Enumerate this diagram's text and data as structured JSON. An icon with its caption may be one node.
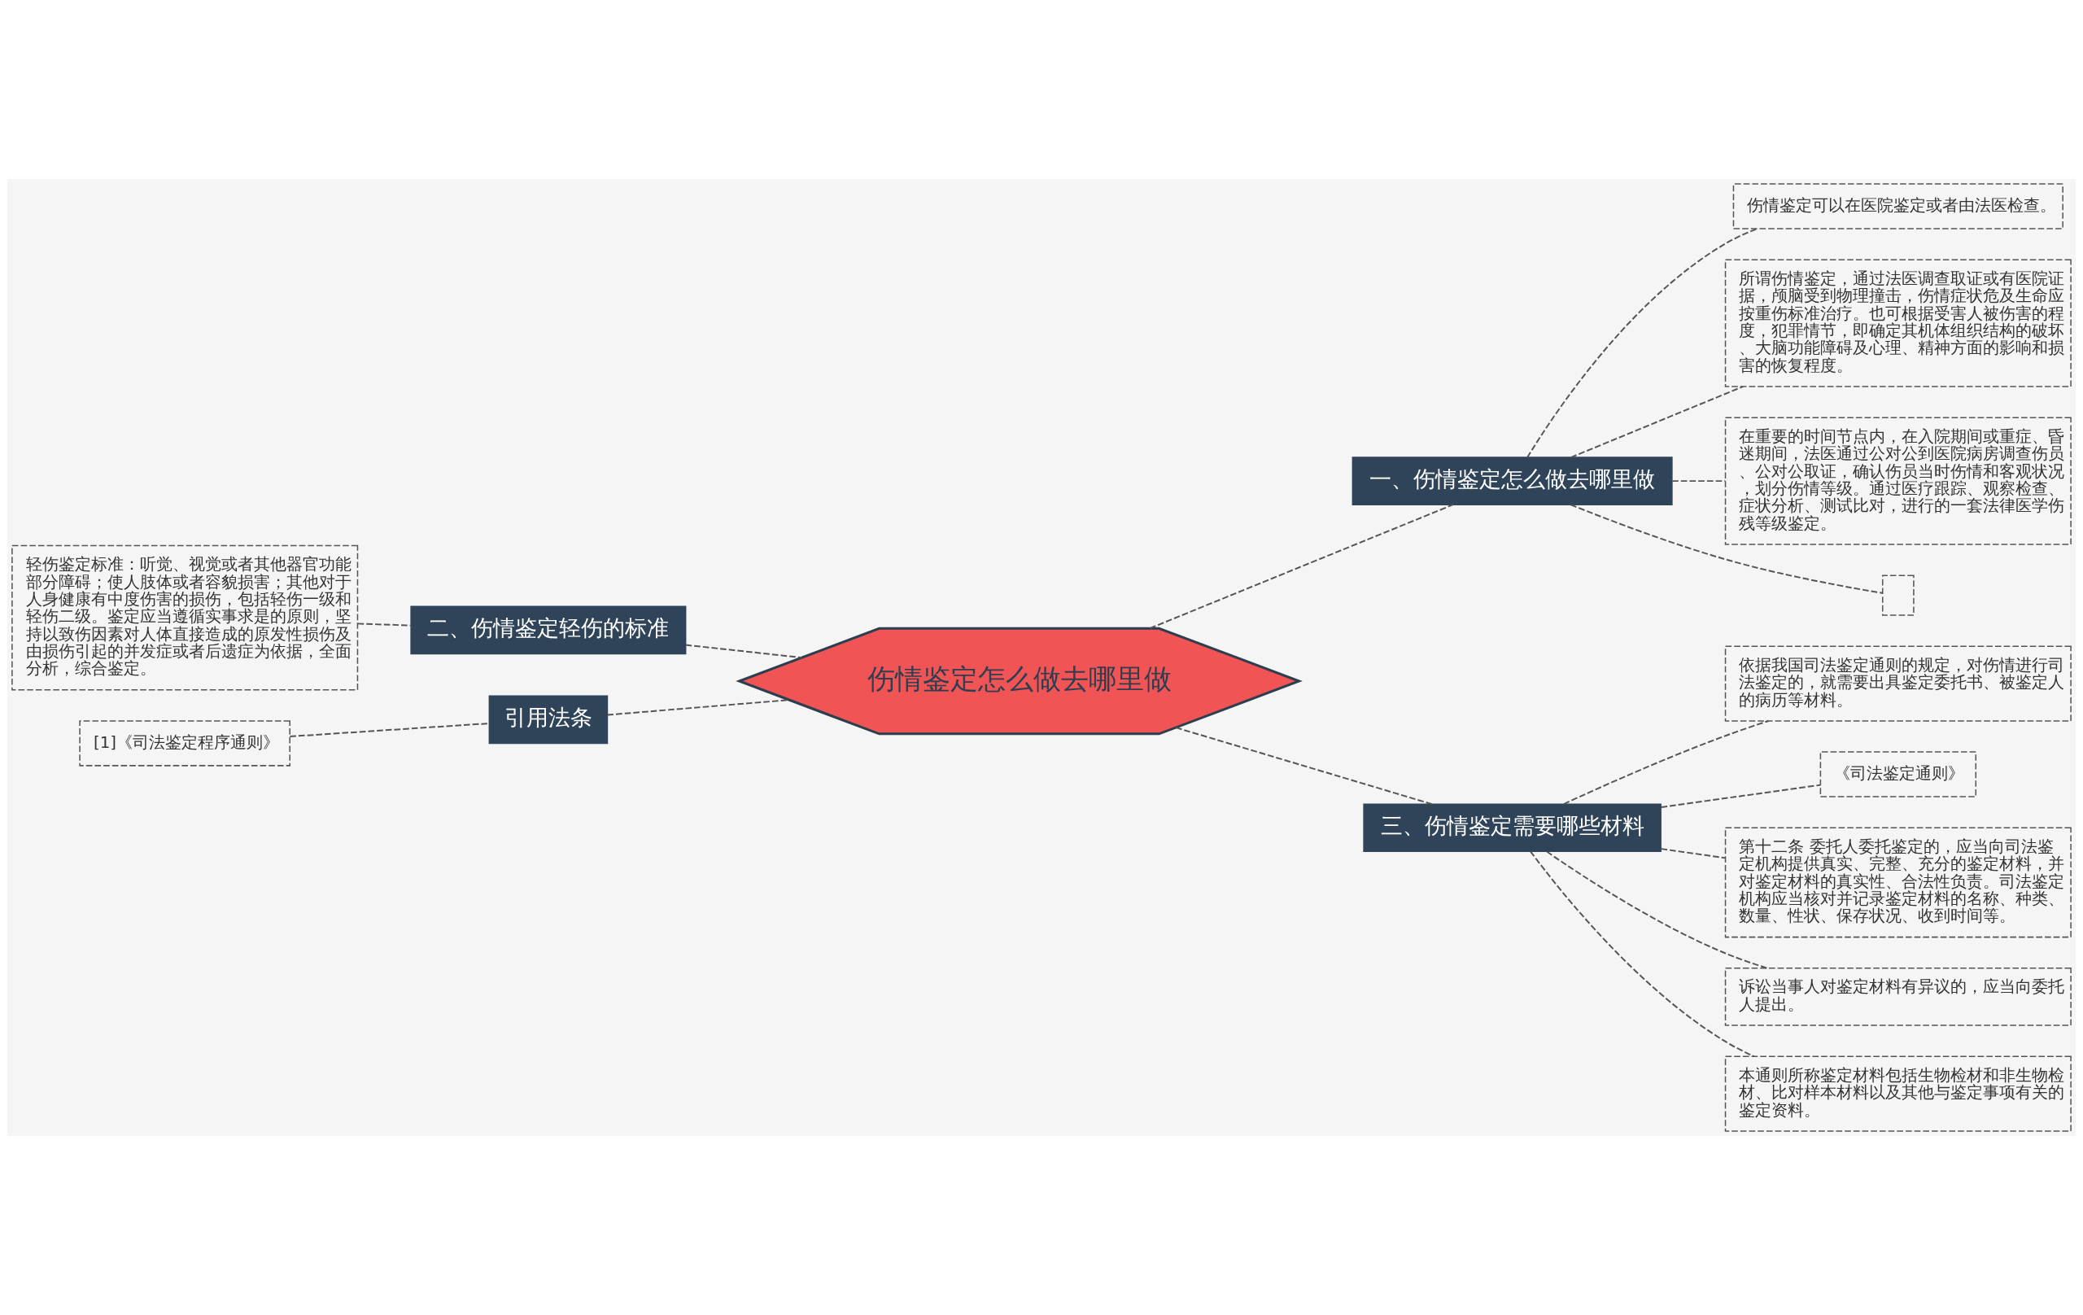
{
  "diagram": {
    "nodes": [
      {
        "text": [
          "伤情鉴定怎么做去哪里做"
        ]
      },
      {
        "text": [
          "一、伤情鉴定怎么做去哪里做"
        ]
      },
      {
        "text": [
          "伤情鉴定可以在医院鉴定或者由法医检查。"
        ]
      },
      {
        "text": [
          "所谓伤情鉴定，通过法医调查取证或有医院证据，颅脑受到物理撞击，伤情症状危及生命应按重伤标准治疗。也可根据受害人被伤害的程度，犯罪情节，即确定其机体组织结构的破坏、大脑功能障碍及心理、精神方面的影响和损害的恢复程度。"
        ]
      },
      {
        "text": [
          "在重要的时间节点内，在入院期间或重症、昏迷期间，法医通过公对公到医院病房调查伤员、公对公取证，确认伤员当时伤情和客观状况，划分伤情等级。通过医疗跟踪、观察检查、症状分析、测试比对，进行的一套法律医学伤残等级鉴定。"
        ]
      },
      {
        "text": [],
        "shape": "box"
      },
      {
        "text": [
          "三、伤情鉴定需要哪些材料"
        ]
      },
      {
        "text": [
          "依据我国司法鉴定通则的规定，对伤情进行司法鉴定的，就需要出具鉴定委托书、被鉴定人的病历等材料。"
        ]
      },
      {
        "text": [
          "《司法鉴定通则》"
        ]
      },
      {
        "text": [
          "第十二条 委托人委托鉴定的，应当向司法鉴定机构提供真实、完整、充分的鉴定材料，并对鉴定材料的真实性、合法性负责。司法鉴定机构应当核对并记录鉴定材料的名称、种类、数量、性状、保存状况、收到时间等。"
        ]
      },
      {
        "text": [
          "诉讼当事人对鉴定材料有异议的，应当向委托人提出。"
        ]
      },
      {
        "text": [
          "本通则所称鉴定材料包括生物检材和非生物检材、比对样本材料以及其他与鉴定事项有关的鉴定资料。"
        ]
      },
      {
        "text": [
          "二、伤情鉴定轻伤的标准"
        ]
      },
      {
        "text": [
          "轻伤鉴定标准：听觉、视觉或者其他器官功能部分障碍；使人肢体或者容貌损害；其他对于人身健康有中度伤害的损伤，包括轻伤一级和轻伤二级。鉴定应当遵循实事求是的原则，坚持以致伤因素对人体直接造成的原发性损伤及由损伤引起的并发症或者后遗症为依据，全面分析，综合鉴定。"
        ]
      },
      {
        "text": [
          "引用法条"
        ]
      },
      {
        "text": [
          "[1]《司法鉴定程序通则》"
        ]
      }
    ],
    "edges": [
      {
        "from": 0,
        "to": 1,
        "arrow": "none"
      },
      {
        "from": 1,
        "to": 2,
        "arrow": "none"
      },
      {
        "from": 1,
        "to": 3,
        "arrow": "none"
      },
      {
        "from": 1,
        "to": 4,
        "arrow": "none"
      },
      {
        "from": 1,
        "to": 5,
        "arrow": "none"
      },
      {
        "from": 0,
        "to": 6,
        "arrow": "none"
      },
      {
        "from": 6,
        "to": 7,
        "arrow": "none"
      },
      {
        "from": 6,
        "to": 8,
        "arrow": "none"
      },
      {
        "from": 6,
        "to": 9,
        "arrow": "none"
      },
      {
        "from": 6,
        "to": 10,
        "arrow": "none"
      },
      {
        "from": 6,
        "to": 11,
        "arrow": "none"
      },
      {
        "from": 13,
        "to": 12,
        "arrow": "none"
      },
      {
        "from": 12,
        "to": 0,
        "arrow": "none"
      },
      {
        "from": 15,
        "to": 14,
        "arrow": "none"
      },
      {
        "from": 14,
        "to": 0,
        "arrow": "none"
      }
    ]
  }
}
